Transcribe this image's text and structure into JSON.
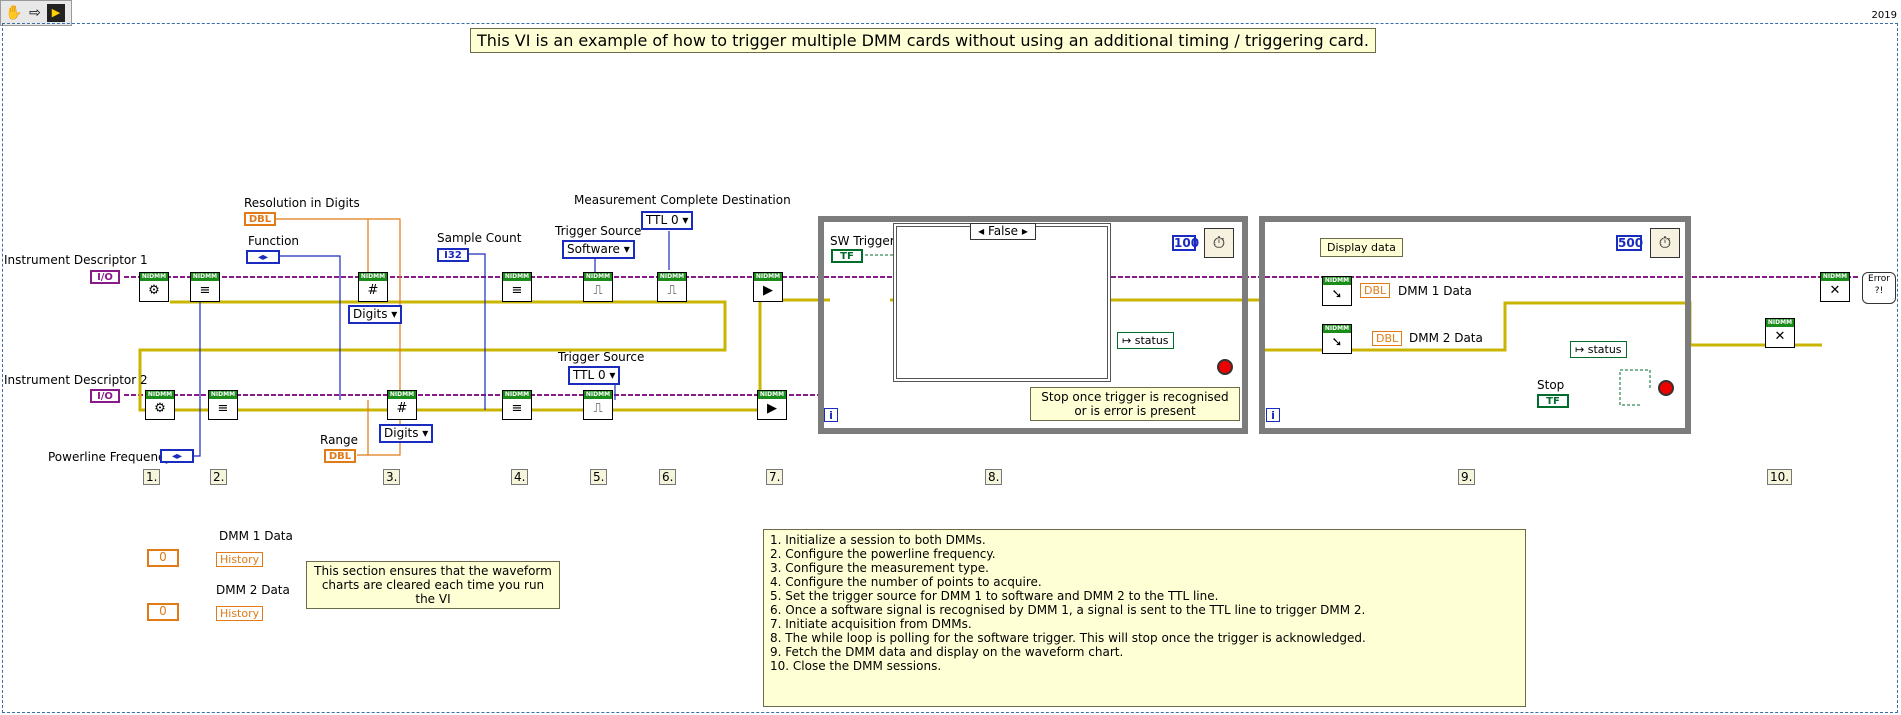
{
  "toolbar": {
    "icons": [
      "hand-icon",
      "arrow-icon",
      "run-icon"
    ]
  },
  "version": "2019",
  "title_note": "This VI is an example of how to trigger multiple DMM cards without using an additional timing / triggering card.",
  "labels": {
    "instrument_descriptor_1": "Instrument Descriptor 1",
    "instrument_descriptor_2": "Instrument Descriptor 2",
    "powerline_frequency": "Powerline Frequency",
    "function": "Function",
    "resolution_in_digits": "Resolution in Digits",
    "range": "Range",
    "sample_count": "Sample Count",
    "trigger_source_1": "Trigger Source",
    "trigger_source_2": "Trigger Source",
    "measurement_complete_destination": "Measurement Complete Destination",
    "sw_trigger": "SW Trigger",
    "display_data": "Display data",
    "stop": "Stop",
    "dmm1_data": "DMM 1 Data",
    "dmm2_data": "DMM 2 Data",
    "dmm1_data_bl": "DMM 1 Data",
    "dmm2_data_bl": "DMM 2 Data"
  },
  "controls": {
    "io_tag": "I/O",
    "dbl_tag": "DBL",
    "i32_tag": "I32",
    "tf_tag": "TF",
    "digits": "Digits",
    "software": "Software",
    "ttl0": "TTL 0",
    "ttl0_b": "TTL 0",
    "false_case": "False",
    "wait_100": "100",
    "wait_500": "500",
    "status": "status",
    "status2": "status",
    "history": "History",
    "history2": "History",
    "zero": "0",
    "zero2": "0",
    "error_tag": "Error ?!"
  },
  "steps": [
    "1.",
    "2.",
    "3.",
    "4.",
    "5.",
    "6.",
    "7.",
    "8.",
    "9.",
    "10."
  ],
  "notes": {
    "stop_note": "Stop once trigger is recognised or is error is present",
    "clear_note": "This section ensures that the waveform charts are cleared each time you run the VI"
  },
  "instructions": [
    "1. Initialize a session to both DMMs.",
    "2. Configure the powerline frequency.",
    "3. Configure the measurement type.",
    "4. Configure the number of points to acquire.",
    "5. Set the trigger source for DMM 1 to software and DMM 2 to the TTL line.",
    "6. Once a software signal is recognised by DMM 1, a signal is sent to the TTL line to trigger DMM 2.",
    "7. Initiate acquisition from DMMs.",
    "8. The while loop is polling for the software trigger. This will stop once the trigger is acknowledged.",
    "9. Fetch the DMM data and display on the waveform chart.",
    "10. Close the DMM sessions."
  ],
  "colors": {
    "session_wire": "#8a1a8a",
    "error_wire": "#c9b400",
    "numeric_wire": "#1a2bbf",
    "dbl_wire": "#e07b18",
    "bool_wire": "#006d2c"
  }
}
